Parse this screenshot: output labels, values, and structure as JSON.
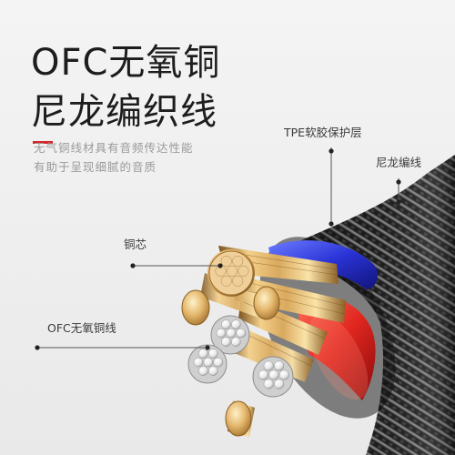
{
  "headline": {
    "line1": "OFC无氧铜",
    "line2": "尼龙编织线"
  },
  "subtitle": {
    "line1": "无气铜线材具有音频传达性能",
    "line2": "有助于呈现细腻的音质"
  },
  "callouts": {
    "tpe": "TPE软胶保护层",
    "braid": "尼龙编线",
    "core": "铜芯",
    "ofc": "OFC无氧铜线"
  },
  "colors": {
    "accent": "#d8262c",
    "copper": "#d9a95e",
    "inner_red": "#e0261f",
    "inner_blue": "#2a33d6",
    "braid": "#2b2b2b"
  }
}
